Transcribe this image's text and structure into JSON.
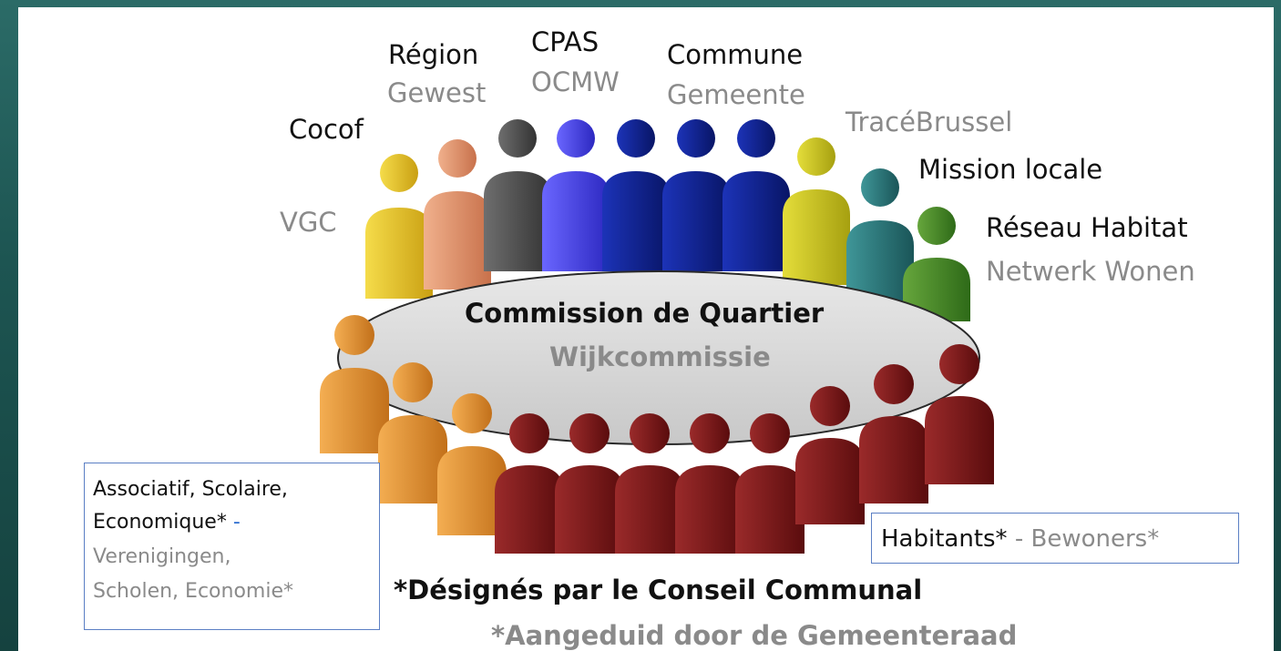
{
  "groups": {
    "region": {
      "fr": "Région",
      "nl": "Gewest"
    },
    "cpas": {
      "fr": "CPAS",
      "nl": "OCMW"
    },
    "commune": {
      "fr": "Commune",
      "nl": "Gemeente"
    },
    "cocof": {
      "fr": "Cocof",
      "nl": "VGC"
    },
    "trace": {
      "label": "TracéBrussel"
    },
    "mission": {
      "label": "Mission locale"
    },
    "reseau": {
      "fr": "Réseau Habitat",
      "nl": "Netwerk Wonen"
    }
  },
  "center": {
    "fr": "Commission de Quartier",
    "nl": "Wijkcommissie"
  },
  "assoc_box": {
    "line1": "Associatif, Scolaire,",
    "line2a": "Economique*",
    "line2b": " -",
    "line3": "Verenigingen,",
    "line4": "Scholen, Economie*"
  },
  "habitants_box": {
    "fr": "Habitants*",
    "sep": " - ",
    "nl": "Bewoners*"
  },
  "footnote": {
    "fr": "*Désignés par le Conseil Communal",
    "nl": "*Aangeduid door de Gemeenteraad"
  },
  "colors": {
    "cocof": "#e8c12a",
    "region": "#e0916a",
    "grey": "#4e4e4e",
    "cpas": "#4a45e6",
    "commune": "#0d1e8f",
    "trace": "#c9c21f",
    "mission": "#2a7476",
    "reseau": "#4a8a2a",
    "assoc": "#e2902f",
    "habitants": "#7a1516",
    "ellipse": "#d9d9d9"
  }
}
